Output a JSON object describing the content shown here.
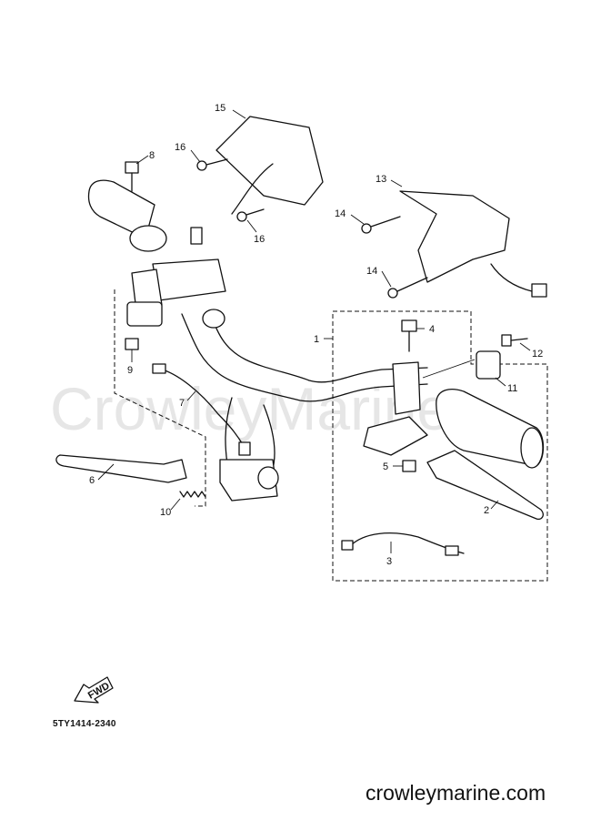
{
  "diagram": {
    "code": "5TY1414-2340",
    "footer": "crowleymarine.com",
    "watermark": "CrowleyMarine",
    "fwd_label": "FWD",
    "callouts": {
      "c1": "1",
      "c2": "2",
      "c3": "3",
      "c4": "4",
      "c5": "5",
      "c6": "6",
      "c7": "7",
      "c8": "8",
      "c9": "9",
      "c10": "10",
      "c11": "11",
      "c12": "12",
      "c13": "13",
      "c14a": "14",
      "c14b": "14",
      "c15": "15",
      "c16a": "16",
      "c16b": "16"
    }
  }
}
